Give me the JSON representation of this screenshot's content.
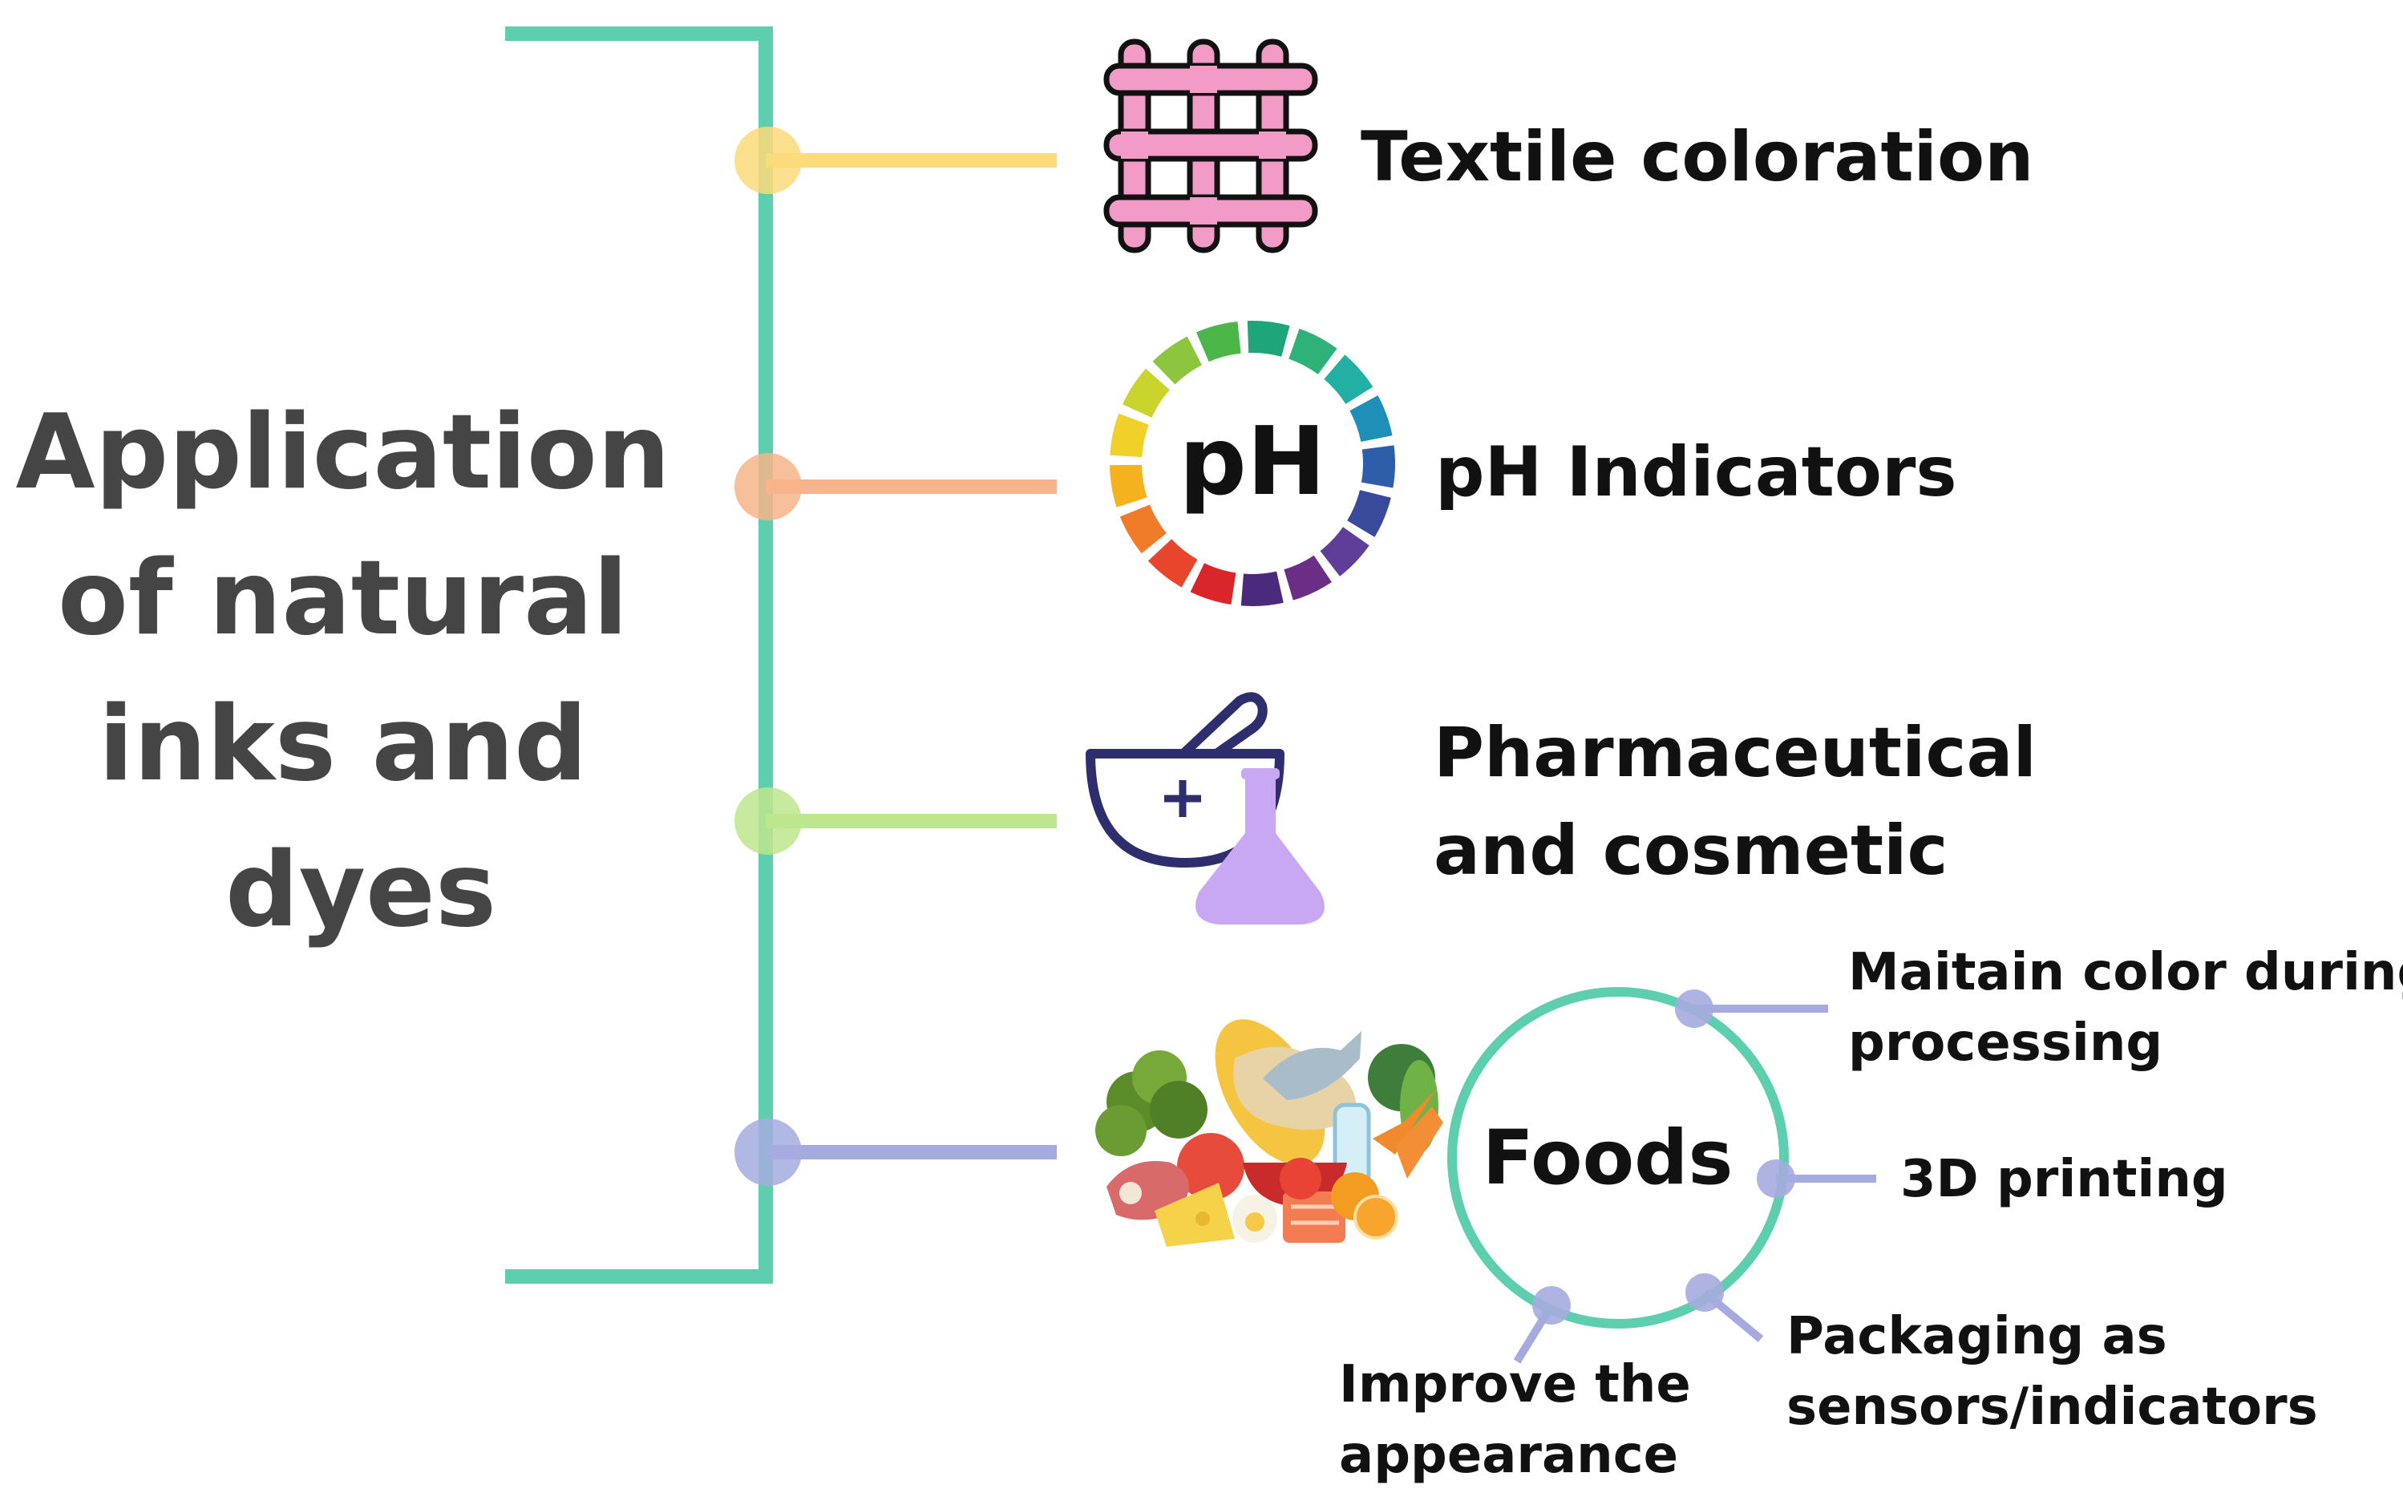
{
  "title_lines": [
    "Application",
    "of natural",
    "inks and",
    "dyes"
  ],
  "branches": [
    {
      "label_lines": [
        "Textile coloration"
      ],
      "icon": "woven-fabric-icon",
      "color": "#FBDB7A"
    },
    {
      "label_lines": [
        "pH Indicators"
      ],
      "icon": "ph-wheel-icon",
      "color": "#F7B48A"
    },
    {
      "label_lines": [
        "Pharmaceutical",
        "and cosmetic"
      ],
      "icon": "mortar-flask-icon",
      "color": "#BDE68E"
    },
    {
      "label_lines": [],
      "icon": "food-pile-icon",
      "color": "#A5ABDF"
    }
  ],
  "foods": {
    "label": "Foods",
    "ring_color": "#5ECFAE",
    "sub_items": [
      {
        "label_lines": [
          "Maitain color during",
          "processing"
        ]
      },
      {
        "label_lines": [
          "3D printing"
        ]
      },
      {
        "label_lines": [
          "Packaging as",
          "sensors/indicators"
        ]
      },
      {
        "label_lines": [
          "Improve the",
          "appearance"
        ]
      }
    ]
  },
  "ph_icon_text": "pH",
  "bracket_color": "#5ECFAE"
}
